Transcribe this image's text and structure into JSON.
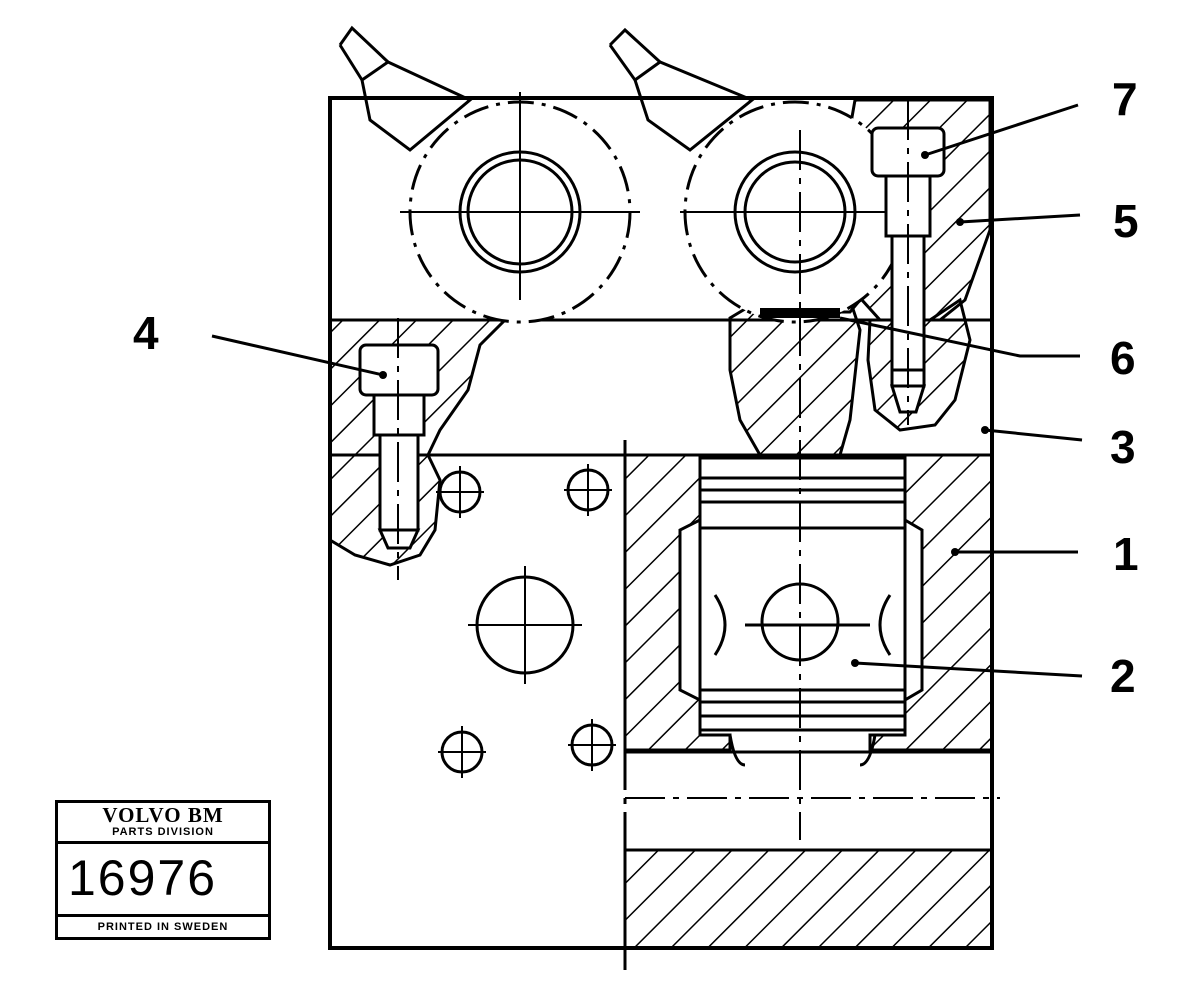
{
  "callouts": {
    "c1": "1",
    "c2": "2",
    "c3": "3",
    "c4": "4",
    "c5": "5",
    "c6": "6",
    "c7": "7"
  },
  "badge": {
    "brand": "VOLVO BM",
    "division": "PARTS DIVISION",
    "number": "16976",
    "footer": "PRINTED IN SWEDEN"
  }
}
